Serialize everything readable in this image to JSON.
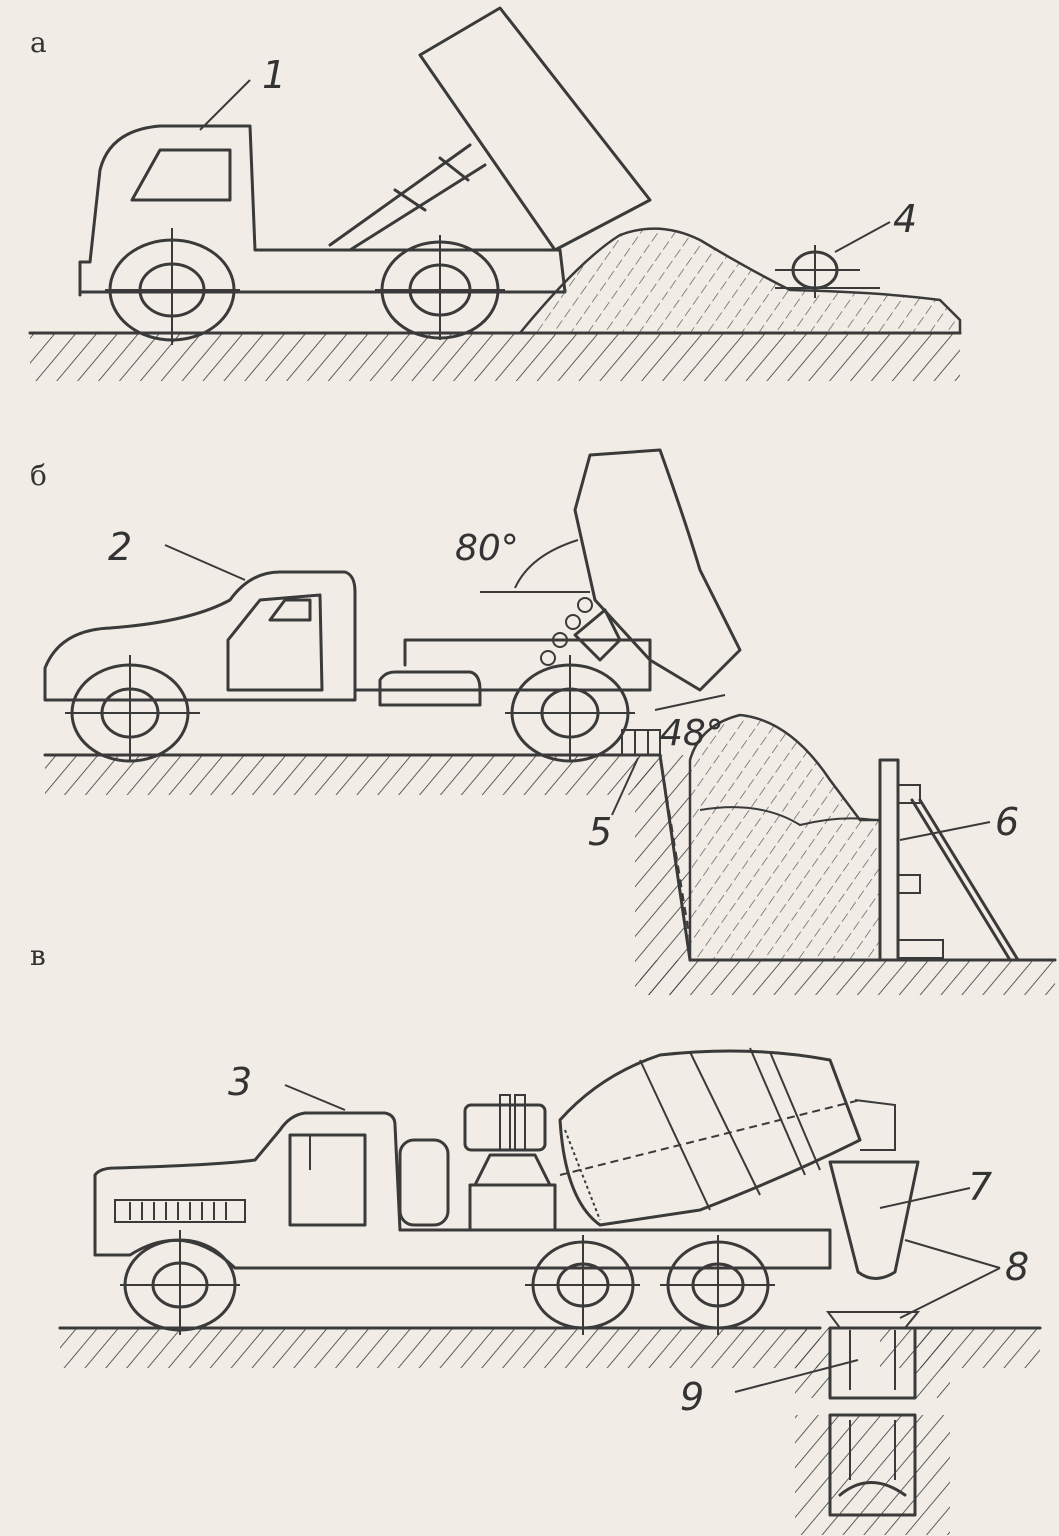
{
  "panels": {
    "a": {
      "label": "а",
      "callouts": [
        "1",
        "4"
      ]
    },
    "b": {
      "label": "б",
      "callouts": [
        "2",
        "5",
        "6"
      ],
      "angle_top": "80°",
      "angle_bottom": "48°"
    },
    "c": {
      "label": "в",
      "callouts": [
        "3",
        "7",
        "8",
        "9"
      ]
    }
  },
  "colors": {
    "ink": "#3a3a3a",
    "paper": "#f1ede6"
  }
}
